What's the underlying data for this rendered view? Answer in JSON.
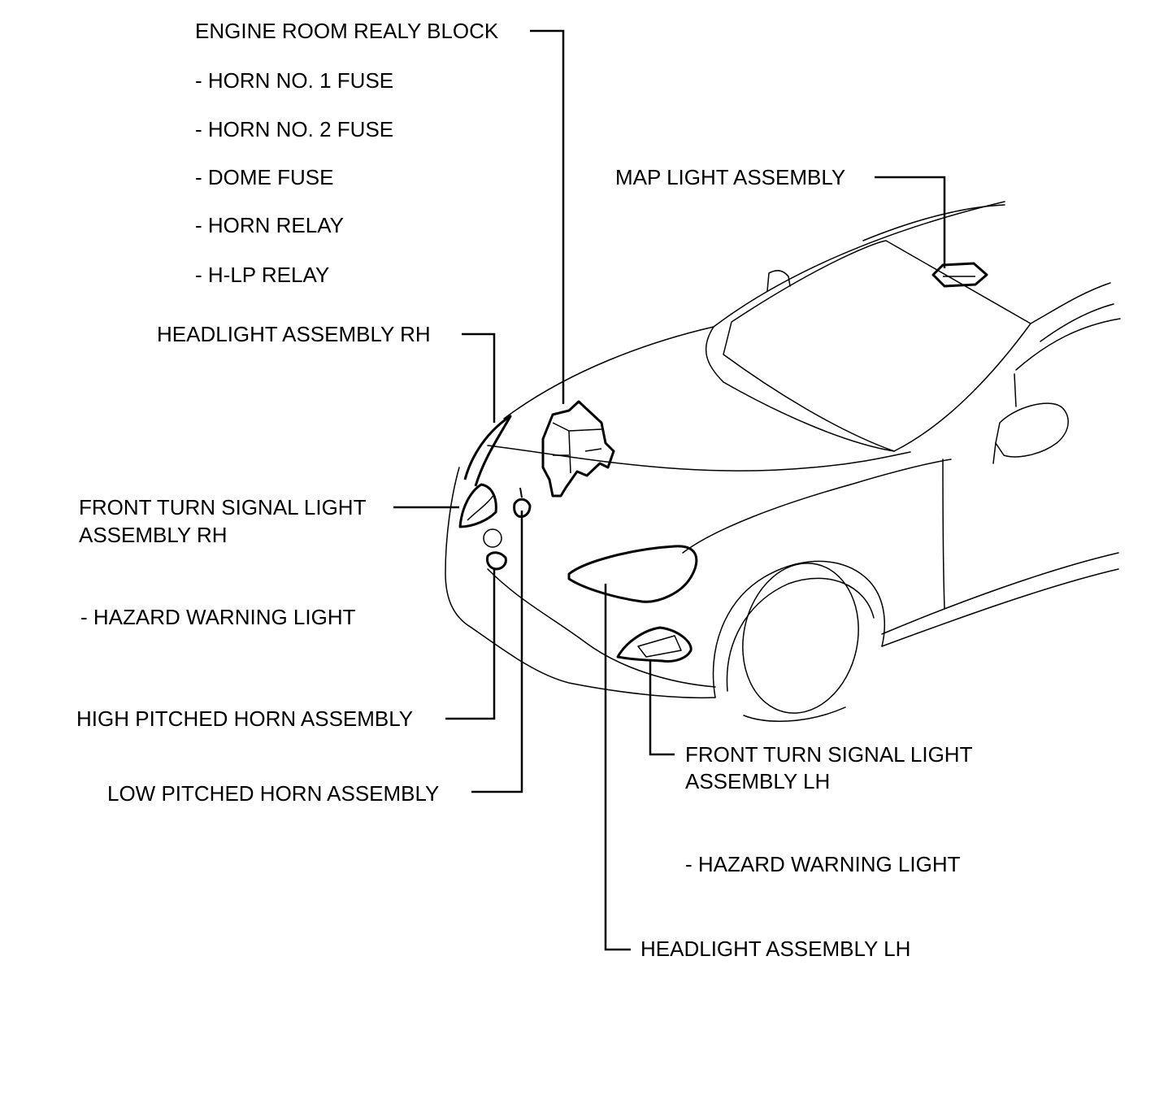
{
  "labels": {
    "engine_room_relay_block": "ENGINE ROOM REALY BLOCK",
    "horn_no1_fuse": "- HORN NO. 1 FUSE",
    "horn_no2_fuse": "- HORN NO. 2 FUSE",
    "dome_fuse": "- DOME FUSE",
    "horn_relay": "- HORN RELAY",
    "hlp_relay": "- H-LP RELAY",
    "map_light_assembly": "MAP LIGHT ASSEMBLY",
    "headlight_assembly_rh": "HEADLIGHT ASSEMBLY RH",
    "front_turn_signal_rh_line1": "FRONT TURN SIGNAL LIGHT",
    "front_turn_signal_rh_line2": "ASSEMBLY RH",
    "hazard_warning_light_rh": "- HAZARD WARNING LIGHT",
    "high_pitched_horn_assembly": "HIGH PITCHED HORN ASSEMBLY",
    "low_pitched_horn_assembly": "LOW PITCHED HORN ASSEMBLY",
    "front_turn_signal_lh_line1": "FRONT TURN SIGNAL LIGHT",
    "front_turn_signal_lh_line2": "ASSEMBLY LH",
    "hazard_warning_light_lh": "- HAZARD WARNING LIGHT",
    "headlight_assembly_lh": "HEADLIGHT ASSEMBLY LH"
  },
  "colors": {
    "line": "#000000",
    "background": "#ffffff"
  }
}
